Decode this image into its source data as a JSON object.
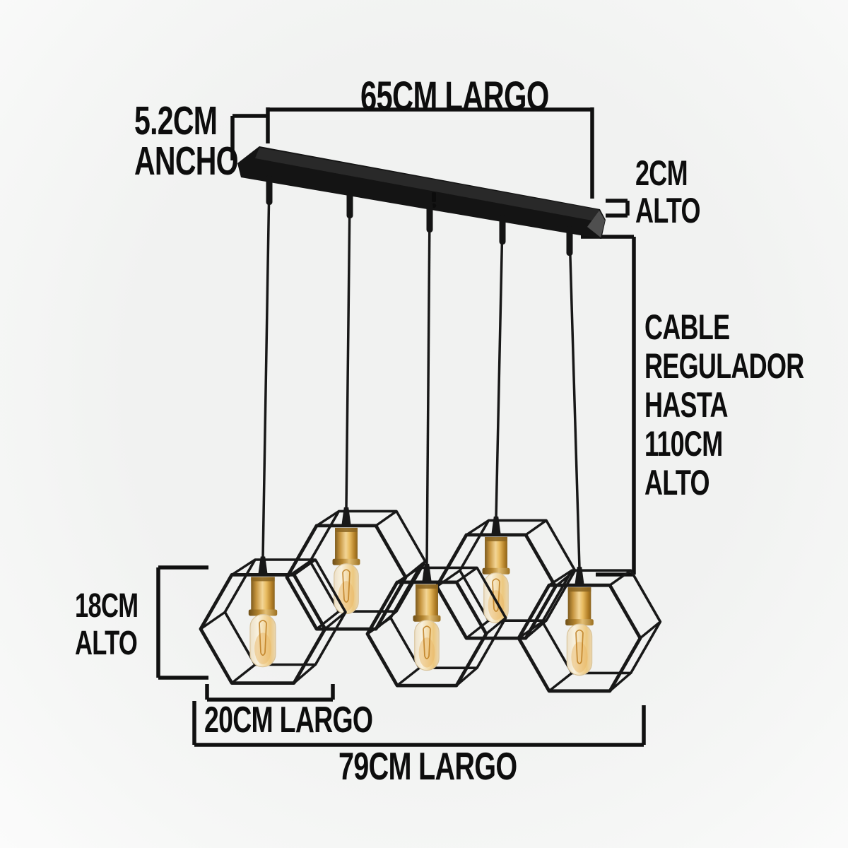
{
  "product": {
    "type": "hexagonal-cage-pendant-lamp-diagram",
    "lamp_count": 5
  },
  "labels": {
    "canopy_length": "65CM LARGO",
    "canopy_width": [
      "5.2CM",
      "ANCHO"
    ],
    "canopy_height": [
      "2CM",
      "ALTO"
    ],
    "cable_note": [
      "CABLE",
      "REGULADOR",
      "HASTA",
      "110CM",
      "ALTO"
    ],
    "shade_height": [
      "18CM",
      "ALTO"
    ],
    "shade_width": "20CM LARGO",
    "fixture_length": "79CM LARGO"
  },
  "colors": {
    "background": "#f2f3f2",
    "line": "#101010",
    "wire": "#181818",
    "canopy": "#141414",
    "canopy_top": "#2b2b2b",
    "canopy_tip": "#4f4f4f",
    "brass_dark": "#7d5a1d",
    "brass_mid": "#c6953f",
    "brass_light": "#f2d596",
    "brass_shadow": "#8a6420",
    "glass_edge": "#ece0c8",
    "glass_light": "#f8f1de",
    "glass_amber": "#edc87f",
    "glass_outline": "#d9c49b",
    "glow": "#e9b867",
    "filament": "#bd7c1e"
  }
}
